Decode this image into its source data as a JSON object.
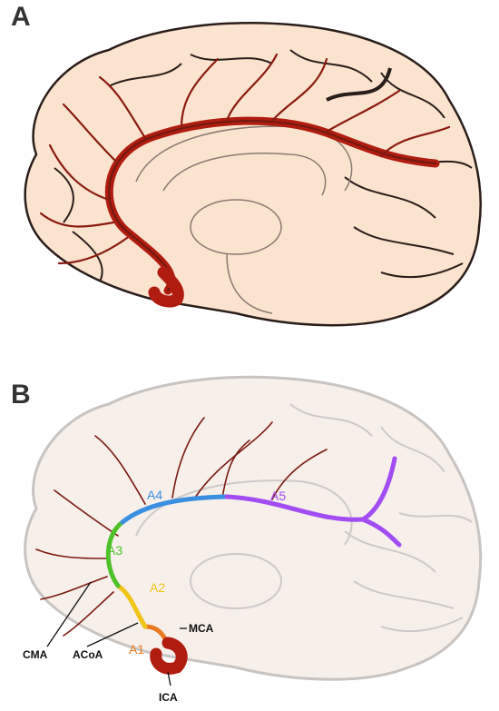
{
  "panel_a": {
    "letter": "A"
  },
  "panel_b": {
    "letter": "B",
    "segments": [
      {
        "id": "a1",
        "label": "A1",
        "color": "#e87a20"
      },
      {
        "id": "a2",
        "label": "A2",
        "color": "#f0c419"
      },
      {
        "id": "a3",
        "label": "A3",
        "color": "#4fc22a"
      },
      {
        "id": "a4",
        "label": "A4",
        "color": "#3a8fe0"
      },
      {
        "id": "a5",
        "label": "A5",
        "color": "#a24df2"
      }
    ],
    "callouts": {
      "cma": "CMA",
      "acoa": "ACoA",
      "mca": "MCA",
      "ica": "ICA"
    }
  },
  "colors": {
    "brain_fill": "#fae3cf",
    "brain_outline": "#2a1e1a",
    "artery": "#b01c10",
    "artery_dark": "#6e1a12",
    "ghost_fill": "#f6efea",
    "ghost_outline": "#c8c4c2",
    "sulcus_ghost": "#cfcaca"
  }
}
